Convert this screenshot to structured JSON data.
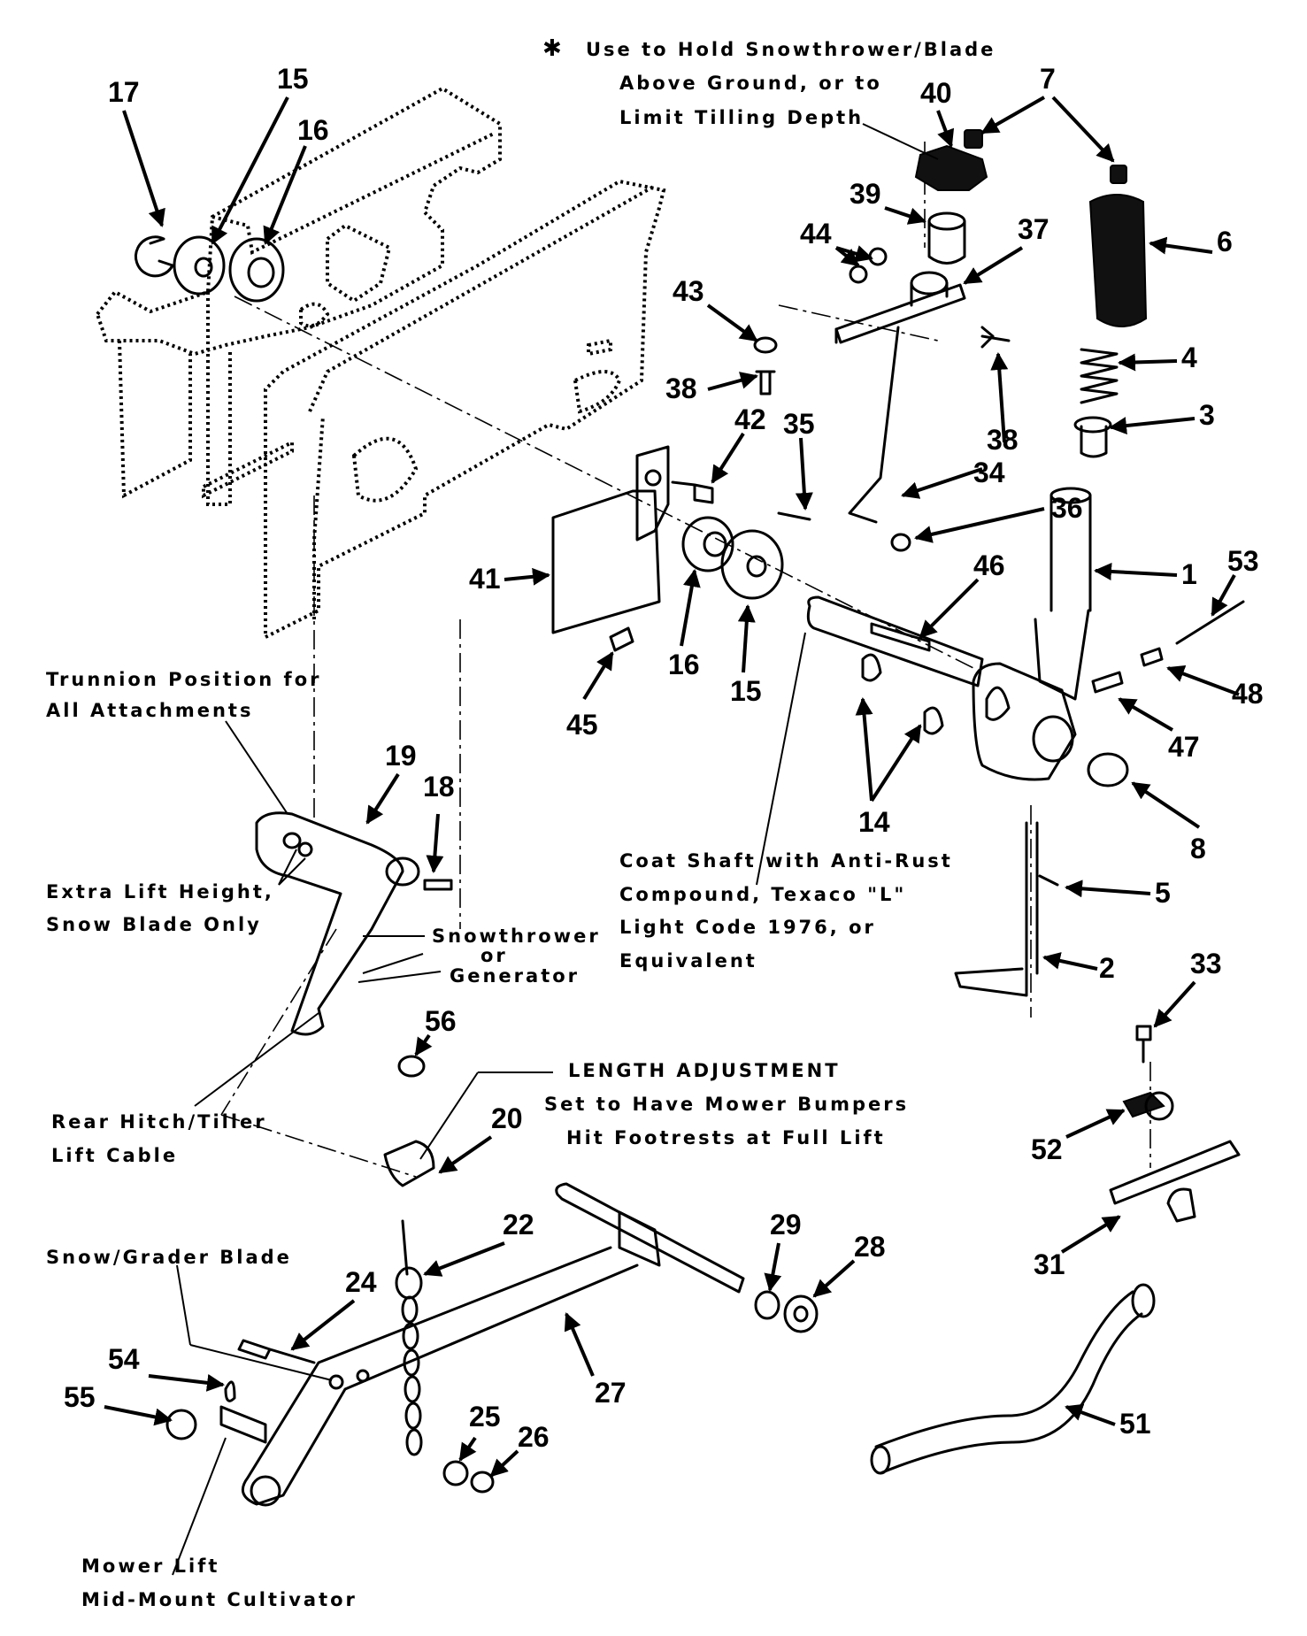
{
  "callouts": [
    {
      "id": "17",
      "label": "17"
    },
    {
      "id": "15a",
      "label": "15"
    },
    {
      "id": "16a",
      "label": "16"
    },
    {
      "id": "40",
      "label": "40"
    },
    {
      "id": "7",
      "label": "7"
    },
    {
      "id": "39",
      "label": "39"
    },
    {
      "id": "44",
      "label": "44"
    },
    {
      "id": "37",
      "label": "37"
    },
    {
      "id": "6",
      "label": "6"
    },
    {
      "id": "43",
      "label": "43"
    },
    {
      "id": "4",
      "label": "4"
    },
    {
      "id": "38a",
      "label": "38"
    },
    {
      "id": "38b",
      "label": "38"
    },
    {
      "id": "42",
      "label": "42"
    },
    {
      "id": "35",
      "label": "35"
    },
    {
      "id": "3",
      "label": "3"
    },
    {
      "id": "34",
      "label": "34"
    },
    {
      "id": "36",
      "label": "36"
    },
    {
      "id": "1",
      "label": "1"
    },
    {
      "id": "41",
      "label": "41"
    },
    {
      "id": "46",
      "label": "46"
    },
    {
      "id": "53",
      "label": "53"
    },
    {
      "id": "16b",
      "label": "16"
    },
    {
      "id": "15b",
      "label": "15"
    },
    {
      "id": "48",
      "label": "48"
    },
    {
      "id": "45",
      "label": "45"
    },
    {
      "id": "47",
      "label": "47"
    },
    {
      "id": "19",
      "label": "19"
    },
    {
      "id": "18",
      "label": "18"
    },
    {
      "id": "14",
      "label": "14"
    },
    {
      "id": "8",
      "label": "8"
    },
    {
      "id": "5",
      "label": "5"
    },
    {
      "id": "2",
      "label": "2"
    },
    {
      "id": "33",
      "label": "33"
    },
    {
      "id": "56",
      "label": "56"
    },
    {
      "id": "52",
      "label": "52"
    },
    {
      "id": "20",
      "label": "20"
    },
    {
      "id": "31",
      "label": "31"
    },
    {
      "id": "29",
      "label": "29"
    },
    {
      "id": "22",
      "label": "22"
    },
    {
      "id": "28",
      "label": "28"
    },
    {
      "id": "24",
      "label": "24"
    },
    {
      "id": "54",
      "label": "54"
    },
    {
      "id": "27",
      "label": "27"
    },
    {
      "id": "55",
      "label": "55"
    },
    {
      "id": "25",
      "label": "25"
    },
    {
      "id": "26",
      "label": "26"
    },
    {
      "id": "51",
      "label": "51"
    }
  ],
  "notes": {
    "asterisk": "✱",
    "hold_1": "Use to Hold Snowthrower/Blade",
    "hold_2": "Above Ground, or to",
    "hold_3": "Limit Tilling Depth",
    "trunnion_1": "Trunnion Position for",
    "trunnion_2": "All Attachments",
    "extra_1": "Extra Lift Height,",
    "extra_2": "Snow Blade Only",
    "snowthrower": "Snowthrower",
    "or": "or",
    "generator": "Generator",
    "coat_1": "Coat Shaft with Anti-Rust",
    "coat_2": "Compound, Texaco \"L\"",
    "coat_3": "Light Code 1976, or",
    "coat_4": "Equivalent",
    "rear_1": "Rear Hitch/Tiller",
    "rear_2": "Lift Cable",
    "length_1": "LENGTH ADJUSTMENT",
    "length_2": "Set to Have Mower Bumpers",
    "length_3": "Hit Footrests at Full Lift",
    "snow_grader": "Snow/Grader Blade",
    "mower_1": "Mower Lift",
    "mower_2": "Mid-Mount Cultivator"
  }
}
